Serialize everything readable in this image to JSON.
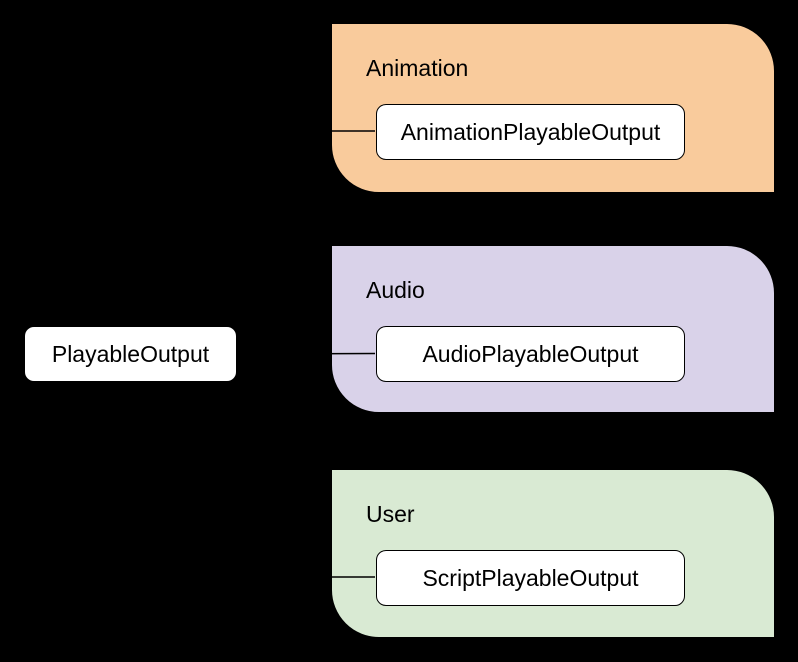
{
  "page": {
    "background": "#000000"
  },
  "diagram": {
    "root_node": {
      "label": "PlayableOutput",
      "fill": "#FFFFFF",
      "text_color": "#000000"
    },
    "groups": [
      {
        "label": "Animation",
        "fill": "#F9CB9C",
        "node": {
          "label": "AnimationPlayableOutput",
          "fill": "#FFFFFF"
        }
      },
      {
        "label": "Audio",
        "fill": "#D9D2E9",
        "node": {
          "label": "AudioPlayableOutput",
          "fill": "#FFFFFF"
        }
      },
      {
        "label": "User",
        "fill": "#D9EAD3",
        "node": {
          "label": "ScriptPlayableOutput",
          "fill": "#FFFFFF"
        }
      }
    ],
    "connector_color": "#000000",
    "border_color": "#000000"
  }
}
